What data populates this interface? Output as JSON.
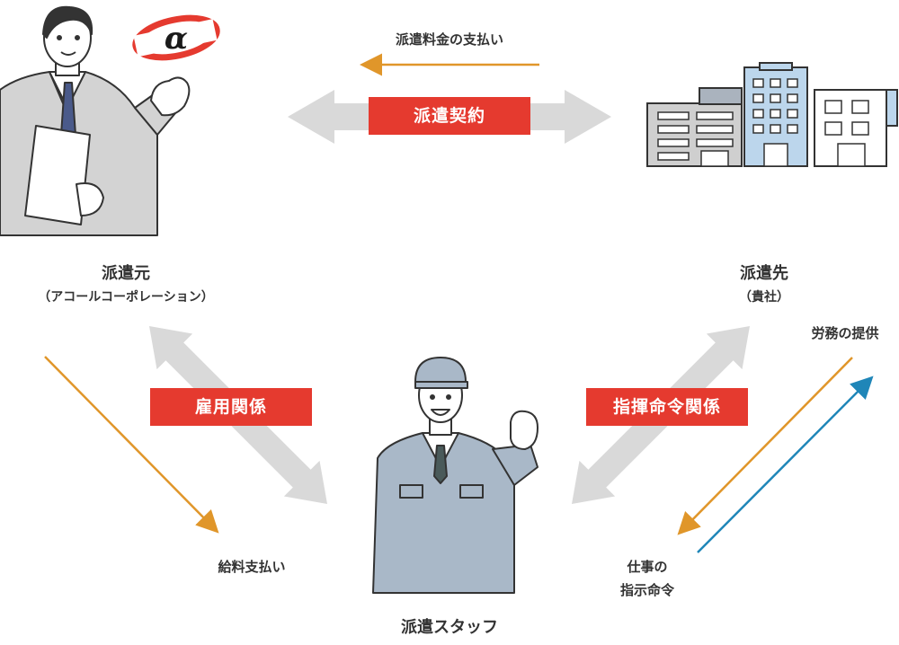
{
  "contract": {
    "label": "派遣契約"
  },
  "fee_payment": {
    "label": "派遣料金の支払い"
  },
  "employment": {
    "label": "雇用関係"
  },
  "command": {
    "label": "指揮命令関係"
  },
  "dispatcher": {
    "name": "派遣元",
    "sub": "（アコールコーポレーション）"
  },
  "client": {
    "name": "派遣先",
    "sub": "（貴社）"
  },
  "staff": {
    "name": "派遣スタッフ"
  },
  "salary": {
    "label": "給料支払い"
  },
  "labor": {
    "label": "労務の提供"
  },
  "instruction": {
    "line1": "仕事の",
    "line2": "指示命令"
  },
  "logo": {
    "text": "α"
  },
  "colors": {
    "accent_red": "#e53a2f",
    "orange": "#e0962a",
    "blue": "#1f86b8",
    "gray_arrow": "#d9d9d9"
  }
}
